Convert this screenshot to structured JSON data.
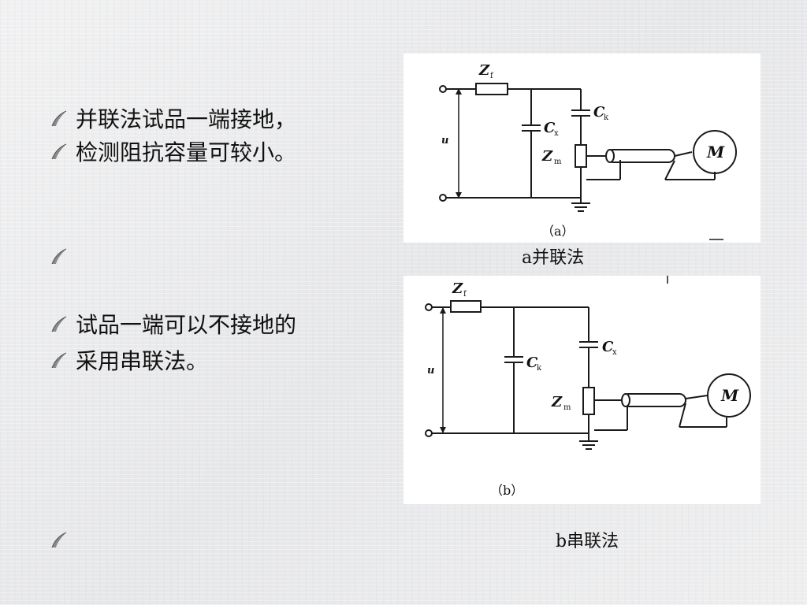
{
  "bullets": {
    "group1": [
      "并联法试品一端接地，",
      "检测阻抗容量可较小。"
    ],
    "group2": [
      "试品一端可以不接地的",
      "采用串联法。"
    ]
  },
  "figure_a": {
    "labels": {
      "zf": "Z",
      "zf_sub": "f",
      "ck": "C",
      "ck_sub": "k",
      "cx": "C",
      "cx_sub": "x",
      "zm": "Z",
      "zm_sub": "m",
      "u": "u",
      "motor": "M"
    },
    "panel_label": "（a）",
    "caption": "a并联法"
  },
  "figure_b": {
    "labels": {
      "zf": "Z",
      "zf_sub": "f",
      "ck": "C",
      "ck_sub": "k",
      "cx": "C",
      "cx_sub": "x",
      "zm": "Z",
      "zm_sub": "m",
      "u": "u",
      "motor": "M"
    },
    "panel_label": "（b）",
    "caption": "b串联法"
  },
  "colors": {
    "text": "#111111",
    "bullet": "#8a8a8a",
    "background": "#ecedee"
  }
}
